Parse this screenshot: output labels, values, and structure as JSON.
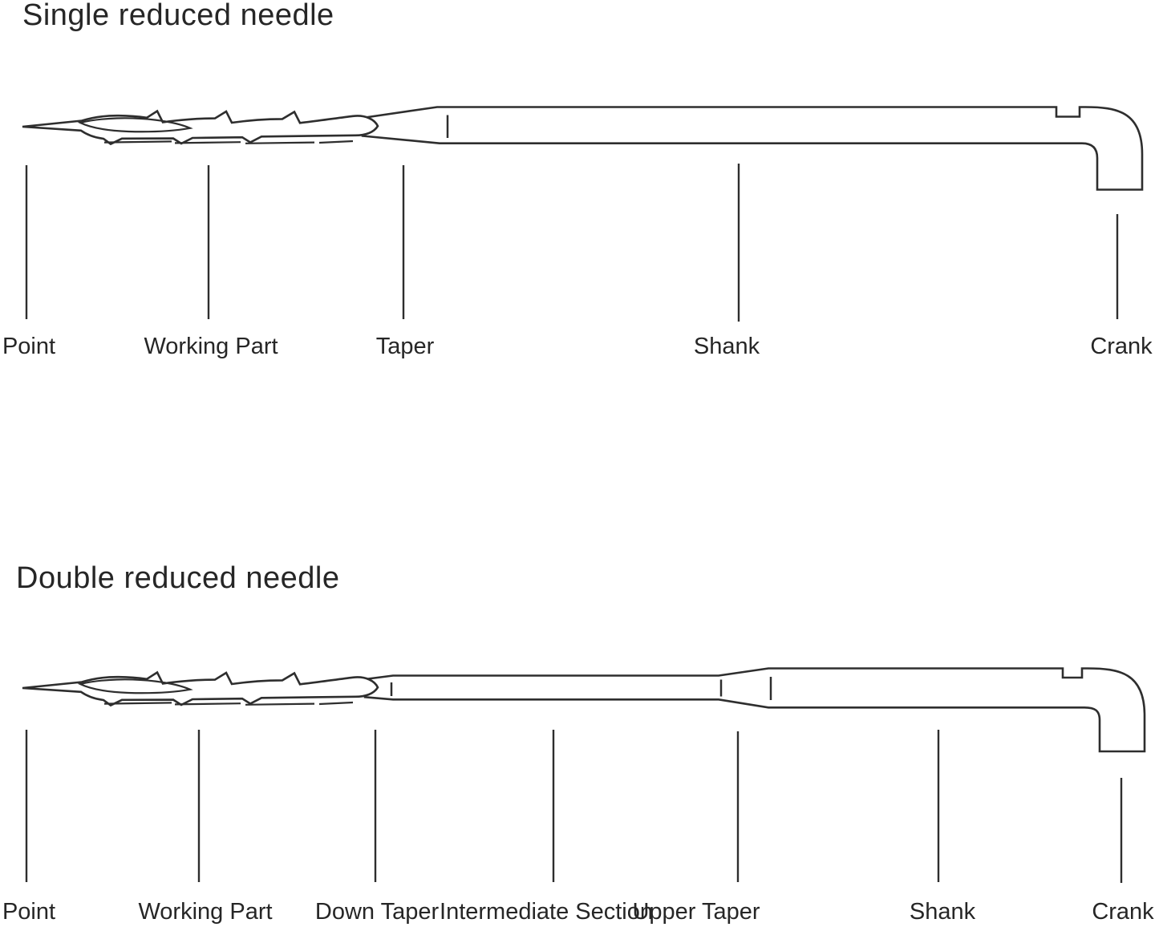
{
  "page": {
    "background_color": "#ffffff",
    "ink_color": "#262626",
    "outline_color": "#2e2e2e"
  },
  "diagrams": [
    {
      "title": "Single reduced needle",
      "labels": {
        "point": "Point",
        "working_part": "Working Part",
        "taper": "Taper",
        "shank": "Shank",
        "crank": "Crank"
      }
    },
    {
      "title": "Double reduced needle",
      "labels": {
        "point": "Point",
        "working_part": "Working Part",
        "down_taper": "Down Taper",
        "intermediate_section": "Intermediate Section",
        "upper_taper": "Upper Taper",
        "shank": "Shank",
        "crank": "Crank"
      }
    }
  ]
}
